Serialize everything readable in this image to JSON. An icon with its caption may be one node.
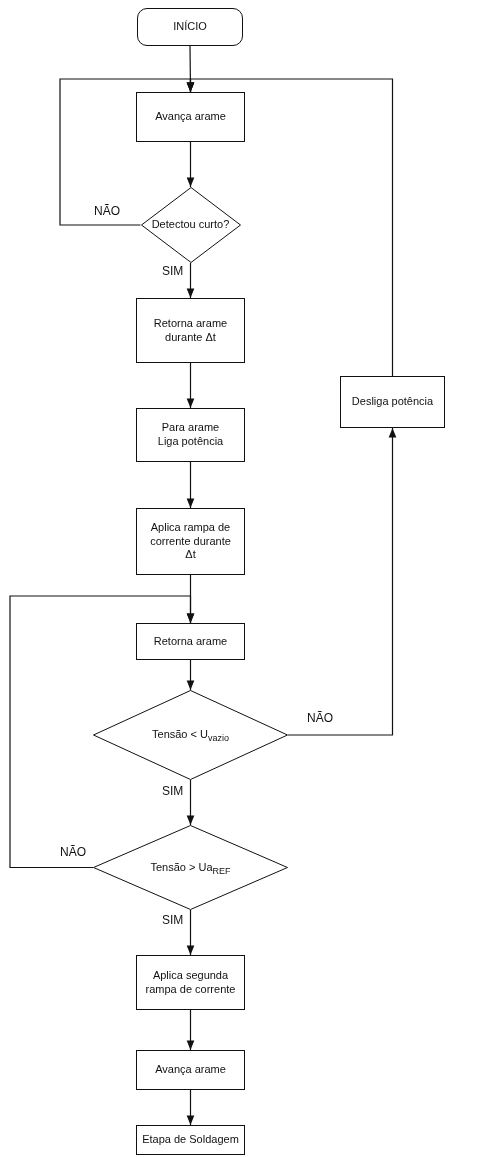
{
  "diagram": {
    "nodes": [
      {
        "text": [
          "INÍCIO"
        ]
      },
      {
        "text": [
          "Avança arame"
        ]
      },
      {
        "text": [
          "Detectou curto?"
        ]
      },
      {
        "text": [
          "Retorna arame durante Δt"
        ]
      },
      {
        "text": [
          "Para arame Liga potência"
        ]
      },
      {
        "text": [
          "Aplica rampa de corrente durante Δt"
        ]
      },
      {
        "text": [
          "Retorna arame"
        ]
      },
      {
        "text": [
          "Tensão < U$_{vazio}$"
        ]
      },
      {
        "text": [
          "Tensão > Ua$_{REF}$"
        ]
      },
      {
        "text": [
          "Aplica segunda rampa de corrente"
        ]
      },
      {
        "text": [
          "Avança arame"
        ]
      },
      {
        "text": [
          "Etapa de Soldagem"
        ]
      },
      {
        "text": [
          "Desliga potência"
        ]
      }
    ],
    "edges": [
      {
        "from": 0,
        "to": 1,
        "arrow": "to"
      },
      {
        "from": 2,
        "to": 1,
        "arrow": "to",
        "label": "NÃO"
      },
      {
        "from": 12,
        "to": 1,
        "arrow": "to"
      },
      {
        "from": 1,
        "to": 2,
        "arrow": "to"
      },
      {
        "from": 2,
        "to": 3,
        "arrow": "to",
        "label": "SIM"
      },
      {
        "from": 3,
        "to": 4,
        "arrow": "to"
      },
      {
        "from": 4,
        "to": 5,
        "arrow": "to"
      },
      {
        "from": 5,
        "to": 6,
        "arrow": "to"
      },
      {
        "from": 8,
        "to": 6,
        "arrow": "to",
        "label": "NÃO"
      },
      {
        "from": 6,
        "to": 7,
        "arrow": "to"
      },
      {
        "from": 7,
        "to": 12,
        "arrow": "to",
        "label": "NÃO"
      },
      {
        "from": 7,
        "to": 8,
        "arrow": "to",
        "label": "SIM"
      },
      {
        "from": 8,
        "to": 9,
        "arrow": "to",
        "label": "SIM"
      },
      {
        "from": 9,
        "to": 10,
        "arrow": "to"
      },
      {
        "from": 10,
        "to": 11,
        "arrow": "to"
      }
    ]
  }
}
